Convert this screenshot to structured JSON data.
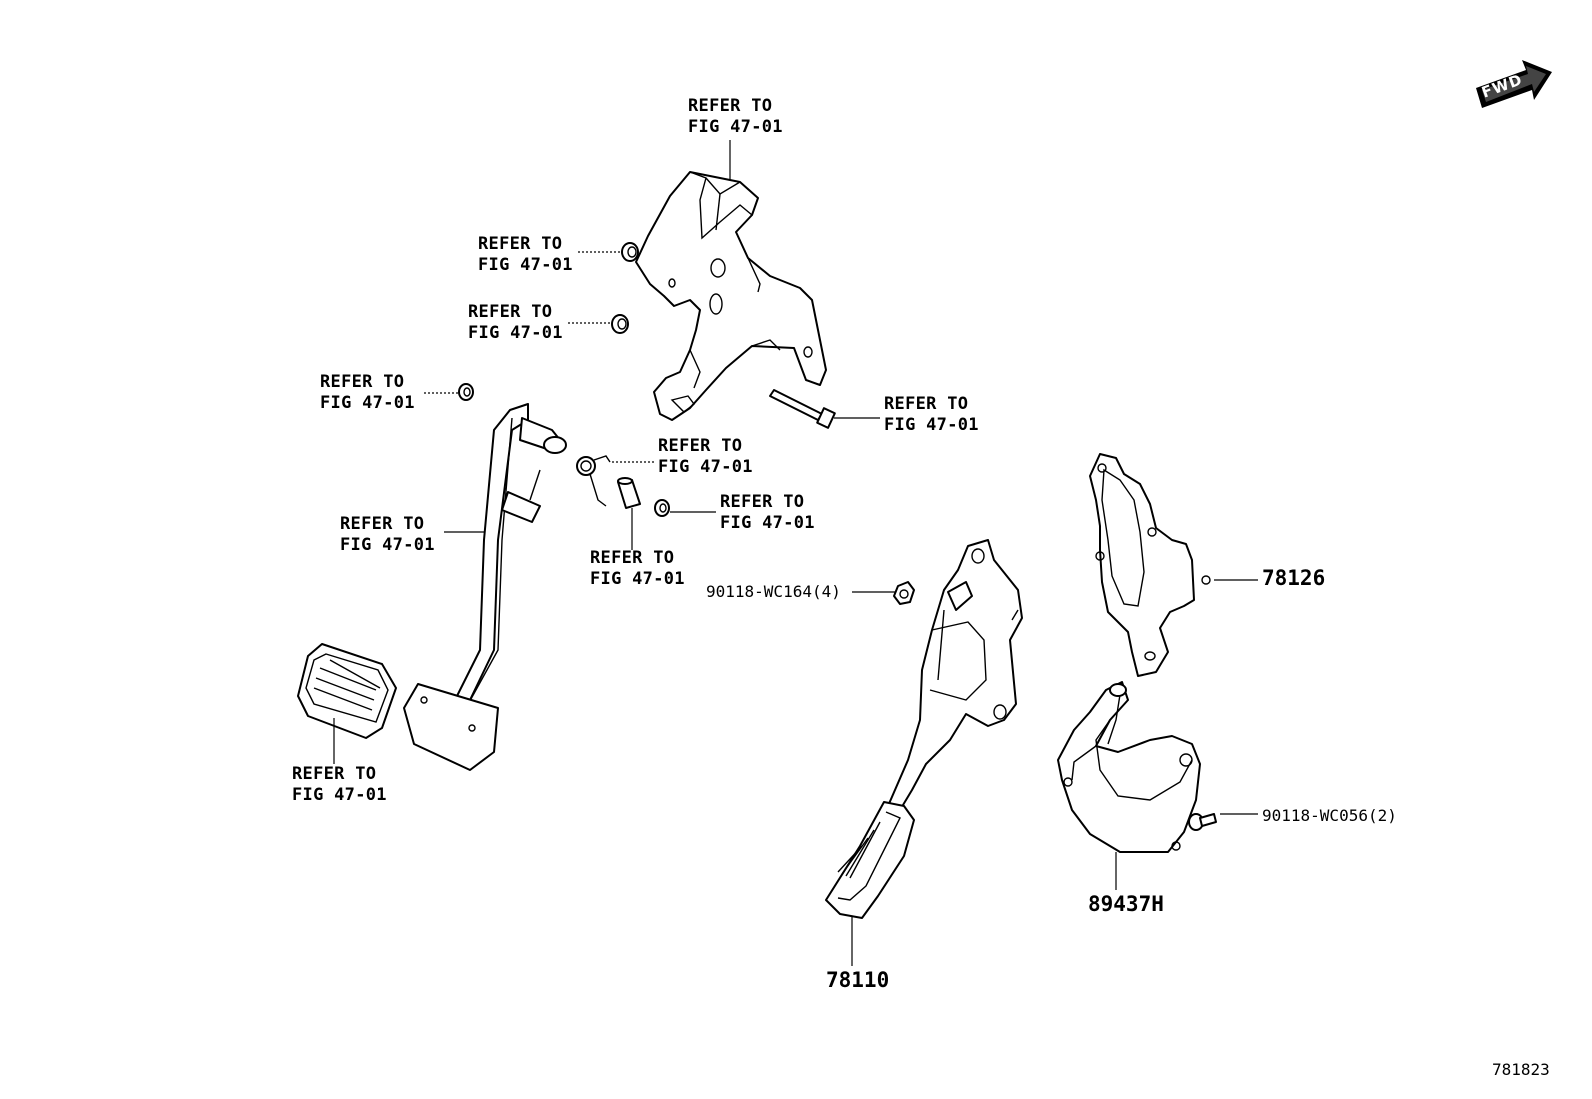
{
  "refer_label": {
    "line1": "REFER TO",
    "line2": "FIG 47-01"
  },
  "parts": {
    "p78126": "78126",
    "p78110": "78110",
    "p89437H": "89437H",
    "p90118_wc164": "90118-WC164(4)",
    "p90118_wc056": "90118-WC056(2)"
  },
  "fwd_label": "FWD",
  "illustration_id": "781823"
}
